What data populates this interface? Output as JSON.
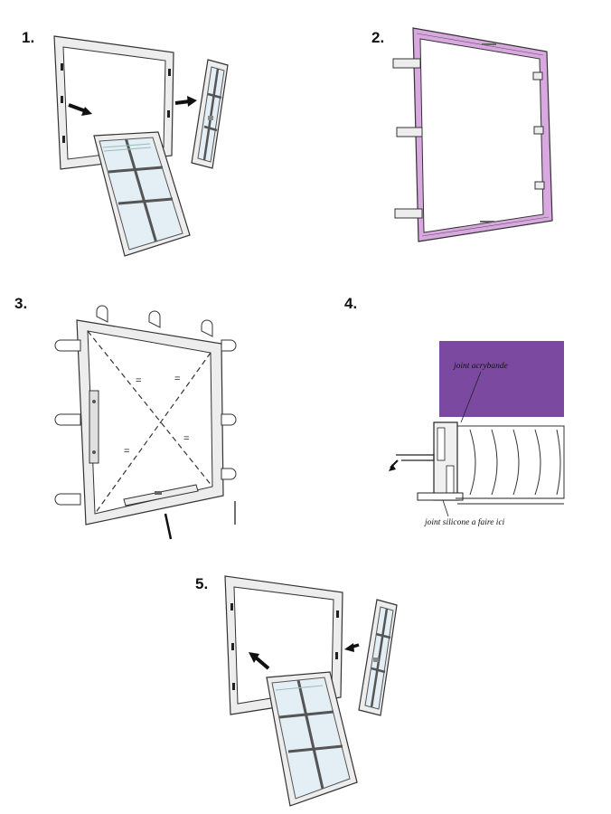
{
  "steps": [
    {
      "number": "1."
    },
    {
      "number": "2."
    },
    {
      "number": "3."
    },
    {
      "number": "4."
    },
    {
      "number": "5."
    }
  ],
  "detail": {
    "label_top": "joint acrybande",
    "label_bottom": "joint silicone a faire ici",
    "wall_color": "#7b4aa0"
  },
  "colors": {
    "frame_fill": "#ededed",
    "frame_stroke": "#333333",
    "glass": "#e3eef5",
    "tape": "#d9a8e0"
  }
}
